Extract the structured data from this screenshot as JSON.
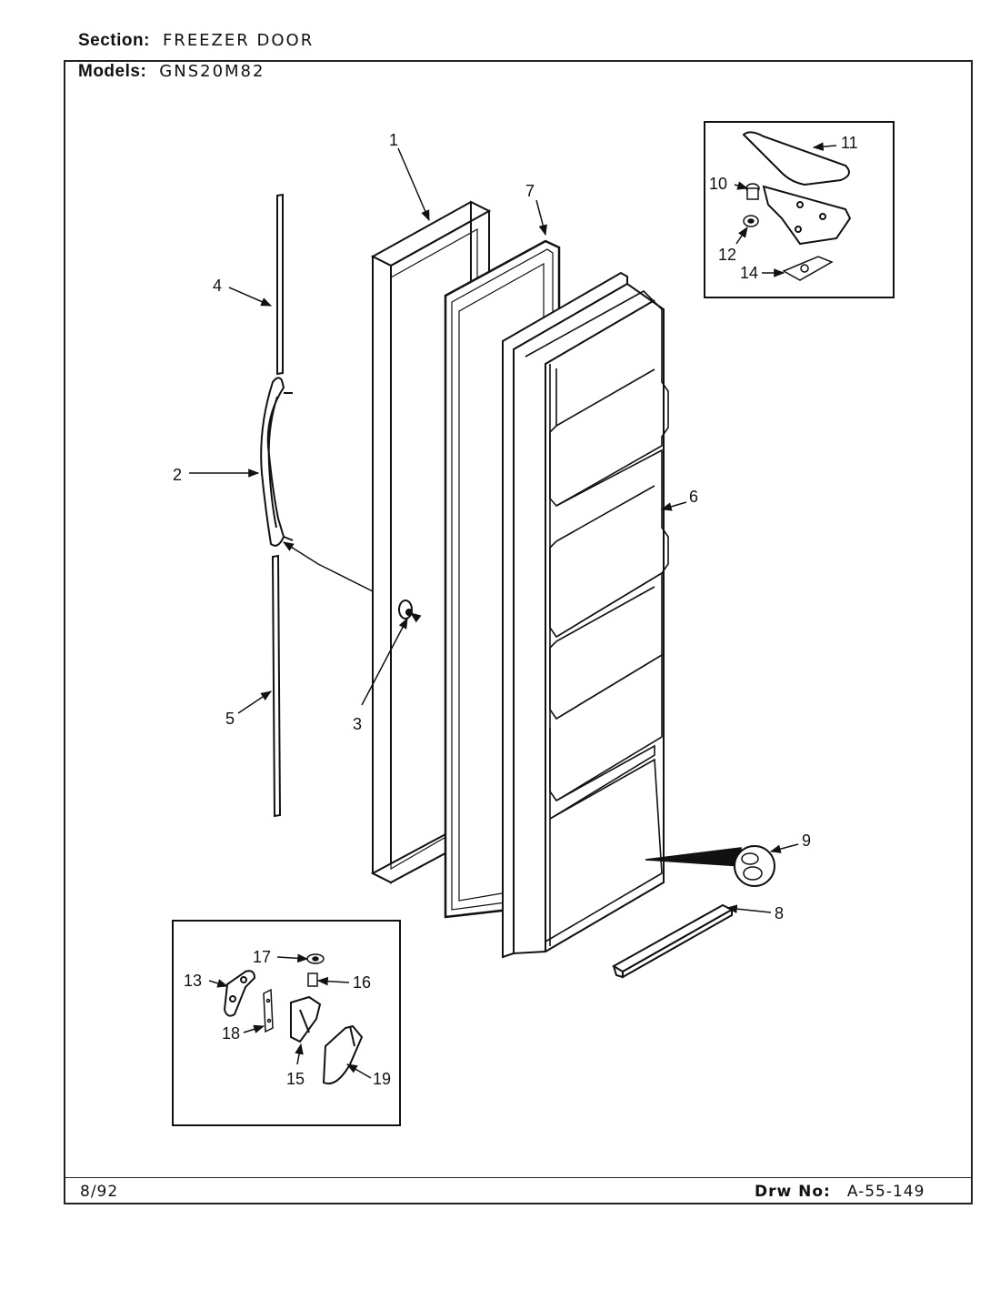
{
  "header": {
    "section_label": "Section:",
    "section_value": "FREEZER DOOR",
    "models_label": "Models:",
    "models_value": "GNS20M82"
  },
  "footer": {
    "date_code": "8/92",
    "drawing_label": "Drw No:",
    "drawing_value": "A-55-149"
  },
  "callouts": {
    "c1": "1",
    "c2": "2",
    "c3": "3",
    "c4": "4",
    "c5": "5",
    "c6": "6",
    "c7": "7",
    "c8": "8",
    "c9": "9",
    "c10": "10",
    "c11": "11",
    "c12": "12",
    "c13": "13",
    "c14": "14",
    "c15": "15",
    "c16": "16",
    "c17": "17",
    "c18": "18",
    "c19": "19"
  }
}
